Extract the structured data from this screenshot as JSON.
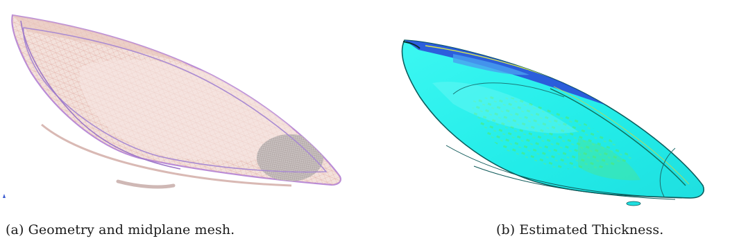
{
  "figures": [
    {
      "id": "a",
      "caption": "(a) Geometry and midplane mesh."
    },
    {
      "id": "b",
      "caption": "(b) Estimated Thickness."
    }
  ],
  "colors": {
    "mesh_fill": "#f1dcd6",
    "mesh_lines": "#e3a8a0",
    "mesh_edge": "#b585d6",
    "thickness_base": "#28f0ec",
    "thickness_green": "#48e870",
    "thickness_blue": "#2838d8"
  }
}
